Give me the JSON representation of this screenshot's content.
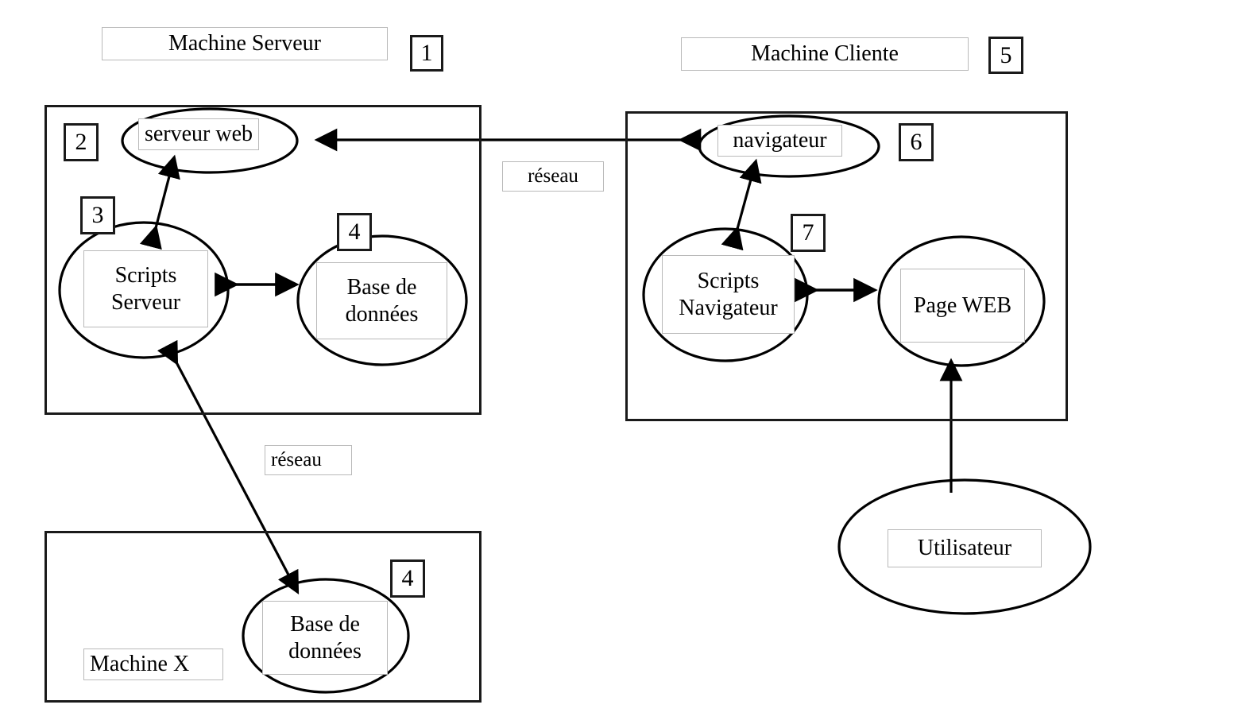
{
  "diagram": {
    "title_server": "Machine Serveur",
    "title_client": "Machine Cliente",
    "badges": {
      "b1": "1",
      "b2": "2",
      "b3": "3",
      "b4_server": "4",
      "b5": "5",
      "b6": "6",
      "b7": "7",
      "b4_machinex": "4"
    },
    "nodes": {
      "serveur_web": "serveur web",
      "scripts_serveur": "Scripts\nServeur",
      "base_donnees_serveur": "Base de\ndonnées",
      "navigateur": "navigateur",
      "scripts_navigateur": "Scripts\nNavigateur",
      "page_web": "Page WEB",
      "utilisateur": "Utilisateur",
      "base_donnees_machinex": "Base de\ndonnées",
      "machine_x": "Machine X"
    },
    "edge_labels": {
      "reseau_top": "réseau",
      "reseau_bottom": "réseau"
    },
    "colors": {
      "stroke": "#1a1a1a",
      "plate_border": "#b9b9b9",
      "background": "#ffffff"
    }
  }
}
